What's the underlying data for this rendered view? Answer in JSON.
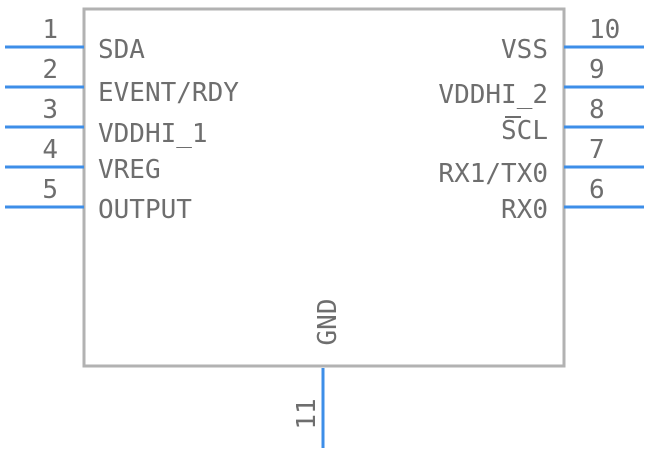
{
  "pins_left": [
    {
      "number": "1",
      "name": "SDA"
    },
    {
      "number": "2",
      "name": "EVENT/RDY"
    },
    {
      "number": "3",
      "name": "VDDHI_1"
    },
    {
      "number": "4",
      "name": "VREG"
    },
    {
      "number": "5",
      "name": "OUTPUT"
    }
  ],
  "pins_right": [
    {
      "number": "10",
      "name": "VSS"
    },
    {
      "number": "9",
      "name": "VDDHI_2"
    },
    {
      "number": "8",
      "name": "SCL"
    },
    {
      "number": "7",
      "name": "RX1/TX0"
    },
    {
      "number": "6",
      "name": "RX0"
    }
  ],
  "pin_bottom": {
    "number": "11",
    "name": "GND"
  },
  "colors": {
    "pin": "#3d8ee8",
    "body": "#b2b2b2",
    "text": "#6e6e6e"
  }
}
